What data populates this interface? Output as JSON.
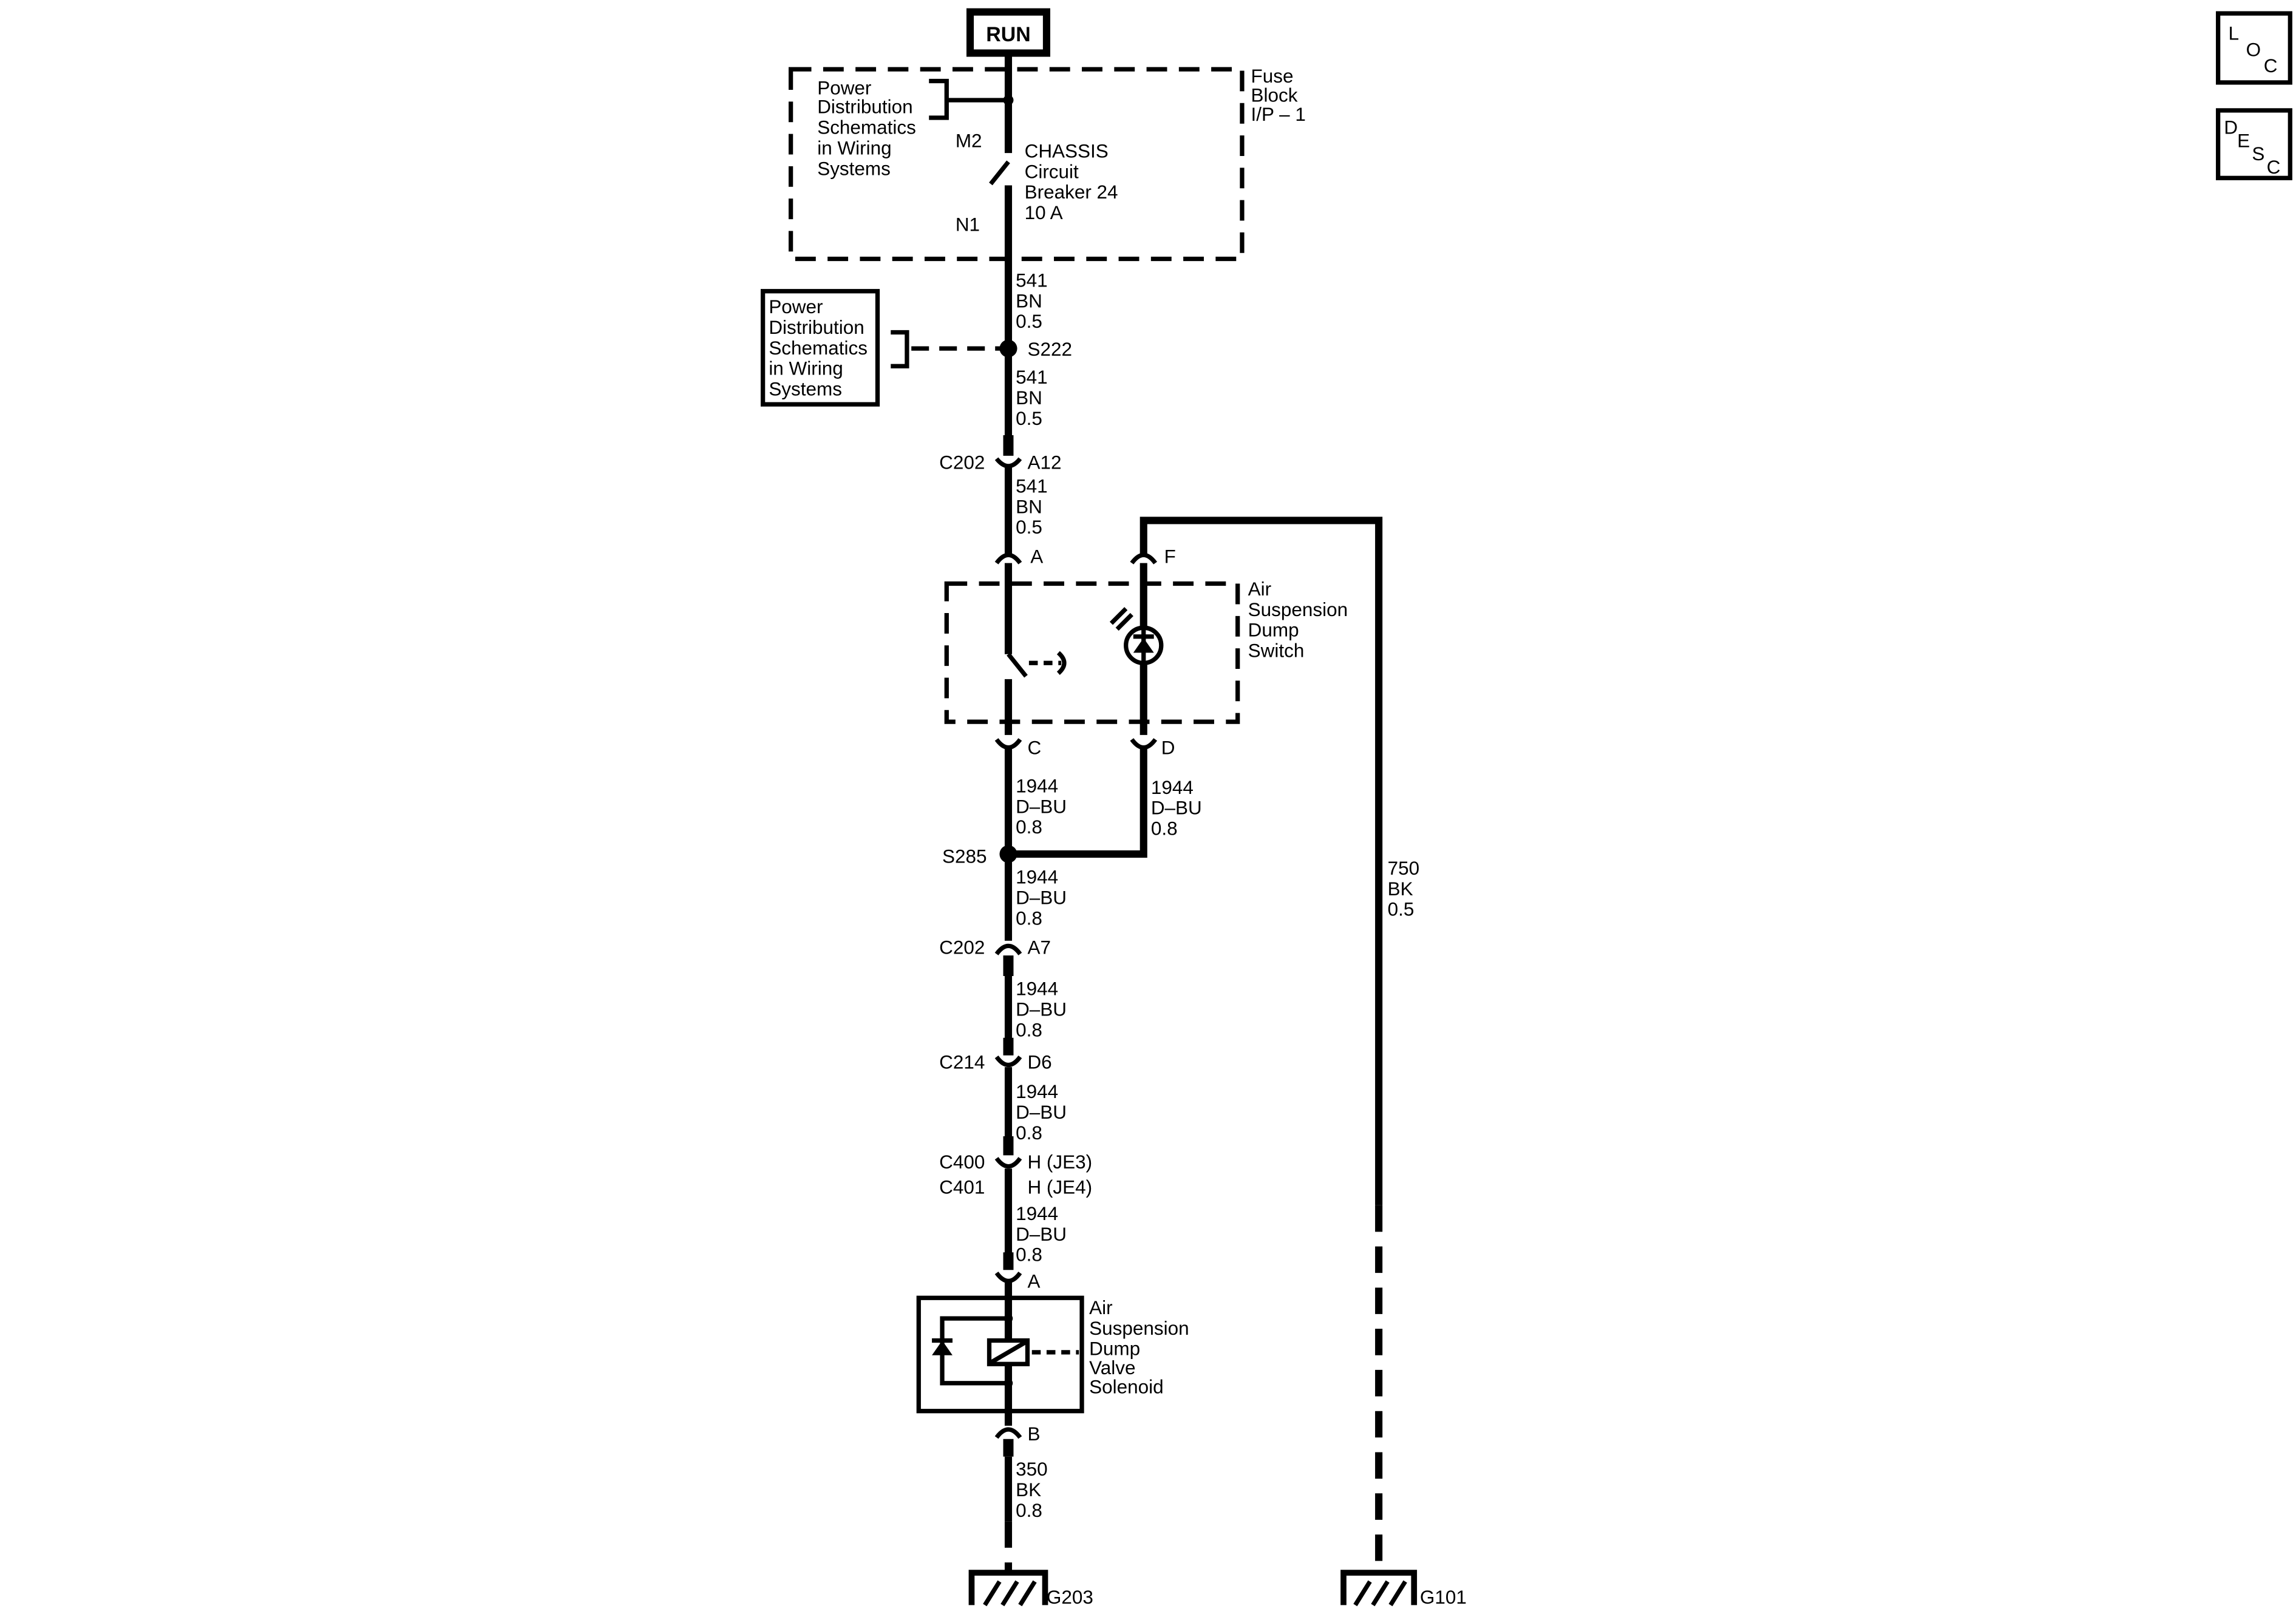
{
  "power_mode": "RUN",
  "legend": {
    "loc": [
      "L",
      "O",
      "C"
    ],
    "desc": [
      "D",
      "E",
      "S",
      "C"
    ]
  },
  "fuse_block": {
    "name": [
      "Fuse",
      "Block",
      "I/P – 1"
    ],
    "breaker": [
      "CHASSIS",
      "Circuit",
      "Breaker 24",
      "10 A"
    ],
    "pin_in": "M2",
    "pin_out": "N1"
  },
  "power_ref": [
    "Power",
    "Distribution",
    "Schematics",
    "in Wiring",
    "Systems"
  ],
  "circuits": {
    "c541": [
      "541",
      "BN",
      "0.5"
    ],
    "c1944": [
      "1944",
      "D–BU",
      "0.8"
    ],
    "c750": [
      "750",
      "BK",
      "0.5"
    ],
    "c350": [
      "350",
      "BK",
      "0.8"
    ]
  },
  "splices": {
    "s222": "S222",
    "s285": "S285"
  },
  "connectors": {
    "c202_a12": {
      "conn": "C202",
      "pin": "A12"
    },
    "c202_a7": {
      "conn": "C202",
      "pin": "A7"
    },
    "c214_d6": {
      "conn": "C214",
      "pin": "D6"
    },
    "c400": {
      "conn": "C400",
      "pin": "H (JE3)"
    },
    "c401": {
      "conn": "C401",
      "pin": "H (JE4)"
    }
  },
  "dump_switch": {
    "name": [
      "Air",
      "Suspension",
      "Dump",
      "Switch"
    ],
    "pins": {
      "a": "A",
      "f": "F",
      "c": "C",
      "d": "D"
    }
  },
  "solenoid": {
    "name": [
      "Air",
      "Suspension",
      "Dump",
      "Valve",
      "Solenoid"
    ],
    "pins": {
      "a": "A",
      "b": "B"
    }
  },
  "grounds": {
    "g203": "G203",
    "g101": "G101"
  }
}
